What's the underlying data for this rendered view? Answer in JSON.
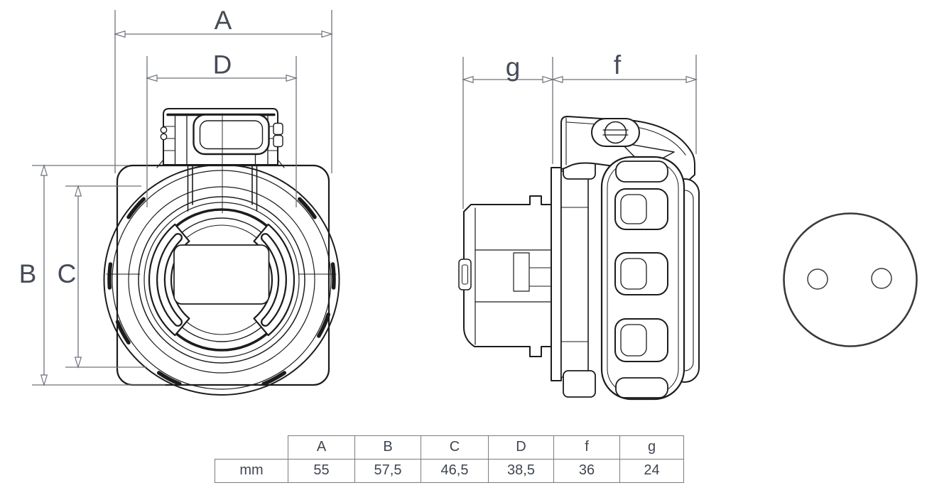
{
  "dimensions": {
    "labels": {
      "a": "A",
      "b": "B",
      "c": "C",
      "d": "D",
      "f": "f",
      "g": "g"
    }
  },
  "table": {
    "unit_label": "mm",
    "headers": [
      "A",
      "B",
      "C",
      "D",
      "f",
      "g"
    ],
    "values": [
      "55",
      "57,5",
      "46,5",
      "38,5",
      "36",
      "24"
    ]
  },
  "colors": {
    "drawing_line": "#1c1c1c",
    "dimension_line": "#6e737a",
    "dimension_label": "#454b57",
    "table_border": "#7c7c7c",
    "table_text": "#3f4650"
  }
}
